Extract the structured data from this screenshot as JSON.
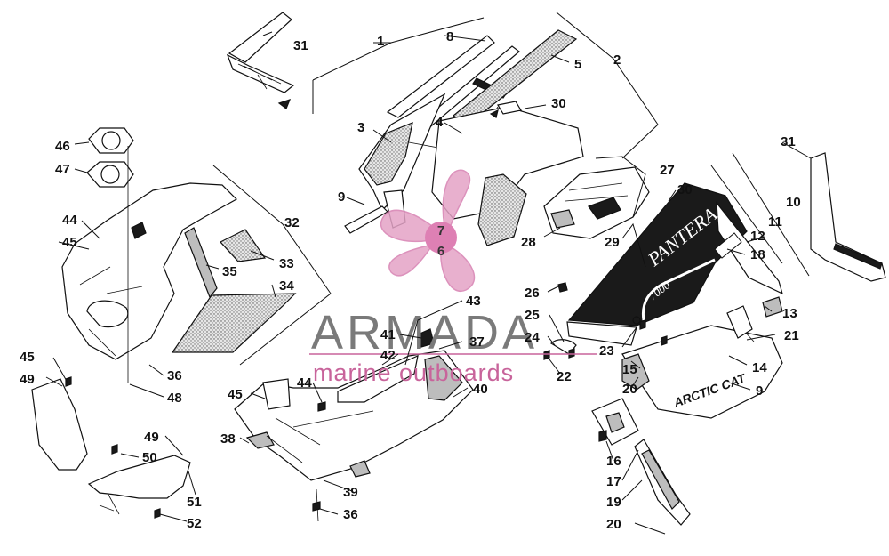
{
  "watermark": {
    "brand": "ARMADA",
    "tagline": "marine outboards",
    "logo_numbers": [
      "7",
      "6"
    ],
    "colors": {
      "brand_text": "#7a7a7a",
      "tagline": "#c8649b",
      "logo": "#e4a3c6"
    }
  },
  "decal_text": {
    "model": "PANTERA",
    "year": "7000",
    "brand": "ARCTIC CAT"
  },
  "callouts": [
    {
      "id": "31a",
      "text": "31"
    },
    {
      "id": "1",
      "text": "1"
    },
    {
      "id": "8",
      "text": "8"
    },
    {
      "id": "5",
      "text": "5"
    },
    {
      "id": "2",
      "text": "2"
    },
    {
      "id": "3",
      "text": "3"
    },
    {
      "id": "4",
      "text": "4"
    },
    {
      "id": "30a",
      "text": "30"
    },
    {
      "id": "46",
      "text": "46"
    },
    {
      "id": "47",
      "text": "47"
    },
    {
      "id": "9a",
      "text": "9"
    },
    {
      "id": "27",
      "text": "27"
    },
    {
      "id": "30b",
      "text": "30"
    },
    {
      "id": "31b",
      "text": "31"
    },
    {
      "id": "10",
      "text": "10"
    },
    {
      "id": "11",
      "text": "11"
    },
    {
      "id": "12",
      "text": "12"
    },
    {
      "id": "18",
      "text": "18"
    },
    {
      "id": "44a",
      "text": "44"
    },
    {
      "id": "45a",
      "text": "45"
    },
    {
      "id": "32",
      "text": "32"
    },
    {
      "id": "33",
      "text": "33"
    },
    {
      "id": "35",
      "text": "35"
    },
    {
      "id": "34",
      "text": "34"
    },
    {
      "id": "28",
      "text": "28"
    },
    {
      "id": "29",
      "text": "29"
    },
    {
      "id": "26",
      "text": "26"
    },
    {
      "id": "25",
      "text": "25"
    },
    {
      "id": "24",
      "text": "24"
    },
    {
      "id": "43",
      "text": "43"
    },
    {
      "id": "13",
      "text": "13"
    },
    {
      "id": "21",
      "text": "21"
    },
    {
      "id": "23",
      "text": "23"
    },
    {
      "id": "41",
      "text": "41"
    },
    {
      "id": "37",
      "text": "37"
    },
    {
      "id": "42",
      "text": "42"
    },
    {
      "id": "22",
      "text": "22"
    },
    {
      "id": "15",
      "text": "15"
    },
    {
      "id": "14",
      "text": "14"
    },
    {
      "id": "20a",
      "text": "20"
    },
    {
      "id": "9b",
      "text": "9"
    },
    {
      "id": "45b",
      "text": "45"
    },
    {
      "id": "49a",
      "text": "49"
    },
    {
      "id": "36a",
      "text": "36"
    },
    {
      "id": "48",
      "text": "48"
    },
    {
      "id": "44b",
      "text": "44"
    },
    {
      "id": "40",
      "text": "40"
    },
    {
      "id": "45c",
      "text": "45"
    },
    {
      "id": "49b",
      "text": "49"
    },
    {
      "id": "38",
      "text": "38"
    },
    {
      "id": "50",
      "text": "50"
    },
    {
      "id": "16",
      "text": "16"
    },
    {
      "id": "17",
      "text": "17"
    },
    {
      "id": "39",
      "text": "39"
    },
    {
      "id": "51",
      "text": "51"
    },
    {
      "id": "19",
      "text": "19"
    },
    {
      "id": "36b",
      "text": "36"
    },
    {
      "id": "52",
      "text": "52"
    },
    {
      "id": "20b",
      "text": "20"
    }
  ]
}
